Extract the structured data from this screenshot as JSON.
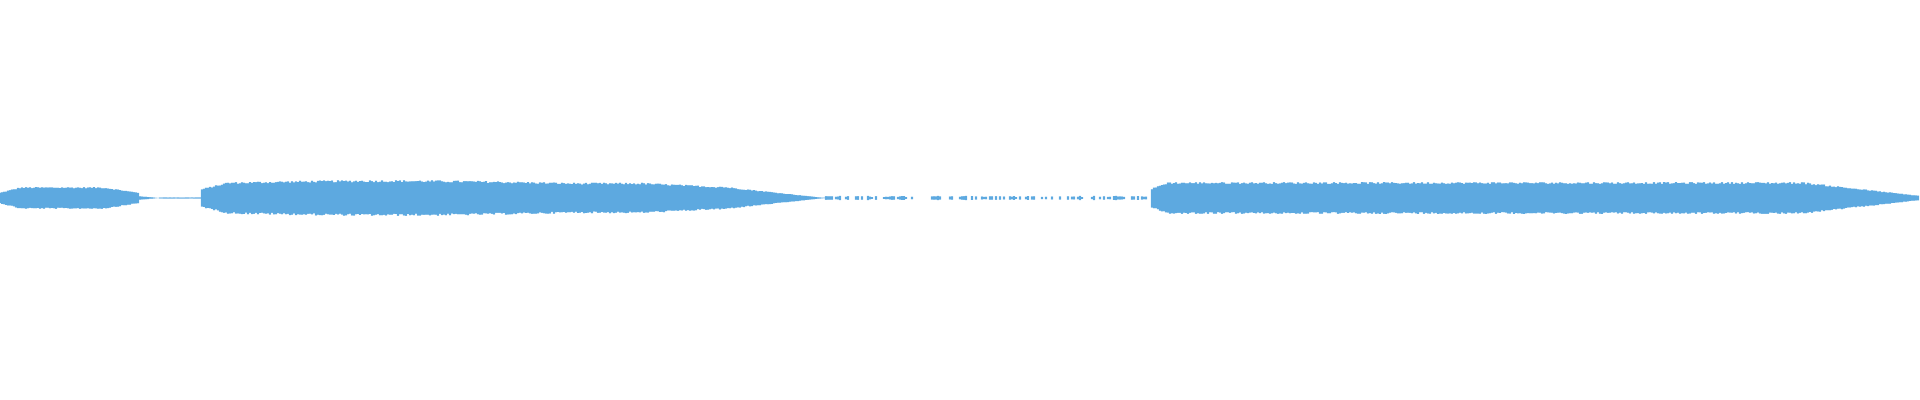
{
  "waveform": {
    "color": "#5DA9E0",
    "segments": [
      {
        "start": 0.0,
        "end": 0.072,
        "amplitude": 0.055,
        "shape": "lobe"
      },
      {
        "start": 0.072,
        "end": 0.083,
        "amplitude": 0.01,
        "shape": "decay"
      },
      {
        "start": 0.083,
        "end": 0.105,
        "amplitude": 0.003,
        "shape": "flat"
      },
      {
        "start": 0.105,
        "end": 0.375,
        "amplitude": 0.09,
        "shape": "swell"
      },
      {
        "start": 0.375,
        "end": 0.43,
        "amplitude": 0.06,
        "shape": "decay"
      },
      {
        "start": 0.43,
        "end": 0.6,
        "amplitude": 0.003,
        "shape": "dashes"
      },
      {
        "start": 0.6,
        "end": 0.999,
        "amplitude": 0.08,
        "shape": "plateau"
      }
    ]
  }
}
